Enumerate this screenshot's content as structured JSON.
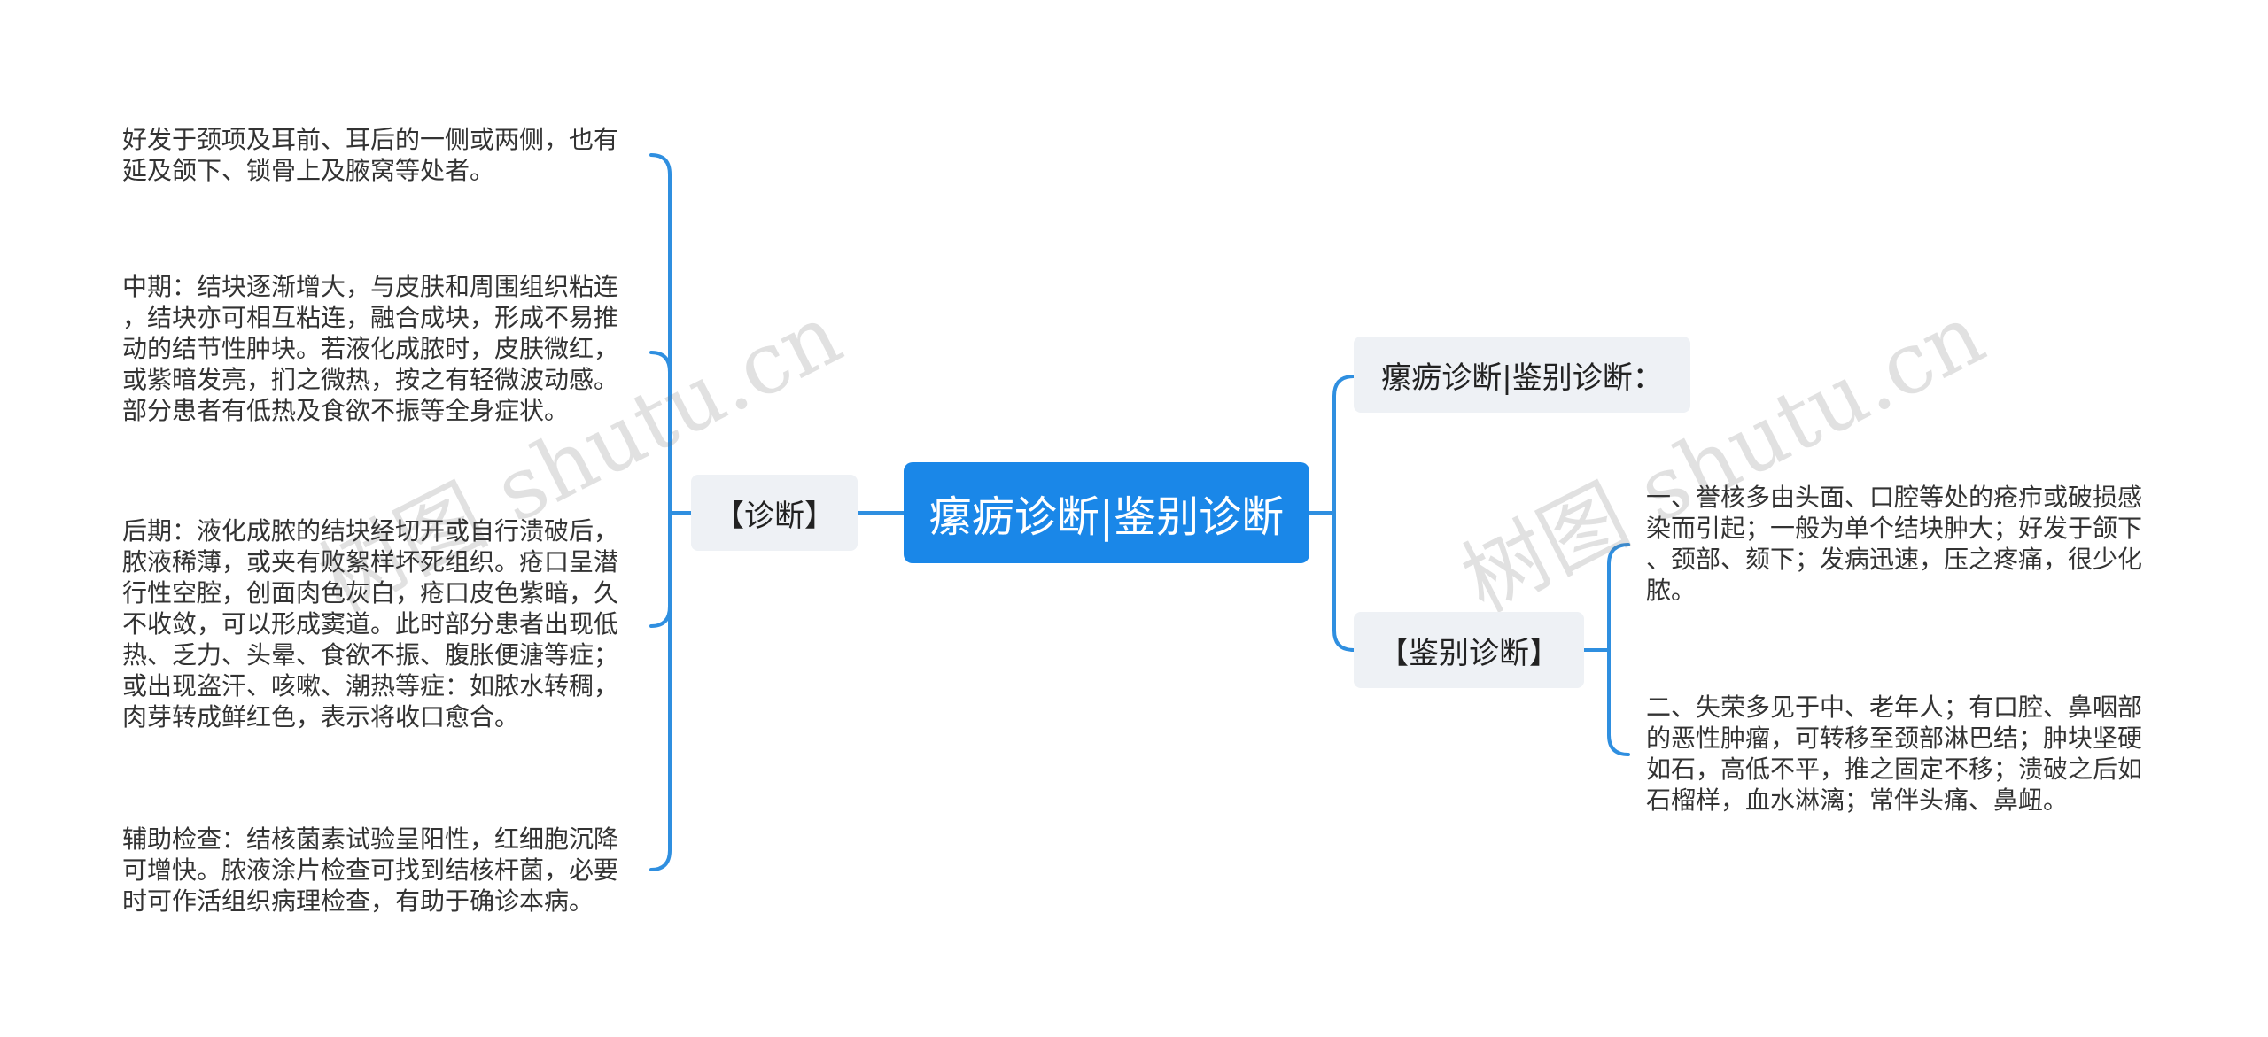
{
  "center": {
    "label": "瘰疬诊断|鉴别诊断"
  },
  "branches": {
    "diagnosis": {
      "label": "【诊断】",
      "leaves": [
        "好发于颈项及耳前、耳后的一侧或两侧，也有\n延及颌下、锁骨上及腋窝等处者。",
        "中期：结块逐渐增大，与皮肤和周围组织粘连\n，结块亦可相互粘连，融合成块，形成不易推\n动的结节性肿块。若液化成脓时，皮肤微红，\n或紫暗发亮，扪之微热，按之有轻微波动感。\n部分患者有低热及食欲不振等全身症状。",
        "后期：液化成脓的结块经切开或自行溃破后，\n脓液稀薄，或夹有败絮样坏死组织。疮口呈潜\n行性空腔，创面肉色灰白，疮口皮色紫暗，久\n不收敛，可以形成窦道。此时部分患者出现低\n热、乏力、头晕、食欲不振、腹胀便溏等症；\n或出现盗汗、咳嗽、潮热等症：如脓水转稠，\n肉芽转成鲜红色，表示将收口愈合。",
        "辅助检查：结核菌素试验呈阳性，红细胞沉降\n可增快。脓液涂片检查可找到结核杆菌，必要\n时可作活组织病理检查，有助于确诊本病。"
      ]
    },
    "title_node": {
      "label": "瘰疬诊断|鉴别诊断："
    },
    "differential": {
      "label": "【鉴别诊断】",
      "leaves": [
        "一、誉核多由头面、口腔等处的疮疖或破损感\n染而引起；一般为单个结块肿大；好发于颌下\n、颈部、颏下；发病迅速，压之疼痛，很少化\n脓。",
        "二、失荣多见于中、老年人；有口腔、鼻咽部\n的恶性肿瘤，可转移至颈部淋巴结；肿块坚硬\n如石，高低不平，推之固定不移；溃破之后如\n石榴样，血水淋漓；常伴头痛、鼻衄。"
      ]
    }
  },
  "watermarks": [
    "树图 shutu.cn",
    "树图 shutu.cn"
  ],
  "colors": {
    "accent": "#1a87e8",
    "connector": "#2f8fe0",
    "branch_bg": "#eef1f5"
  }
}
